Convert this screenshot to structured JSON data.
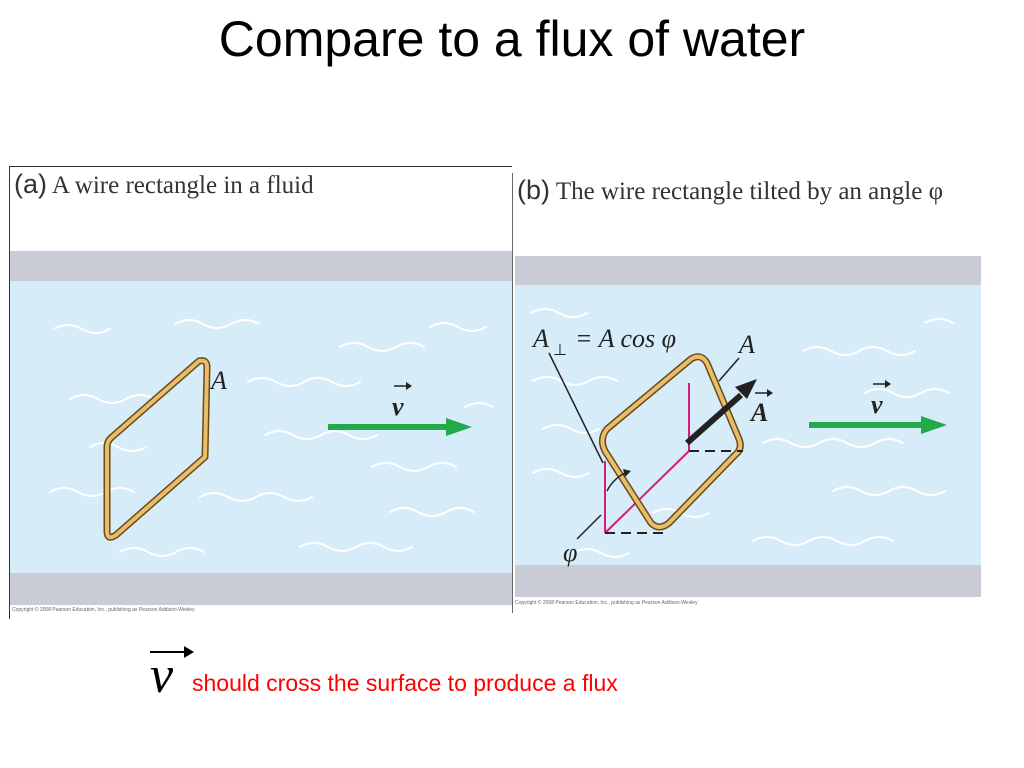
{
  "slide": {
    "title": "Compare to a flux of water"
  },
  "panel_a": {
    "part_label": "(a)",
    "caption": "A wire rectangle in a fluid",
    "label_area": "A",
    "label_velocity": "v",
    "copyright": "Copyright © 2008 Pearson Education, Inc., publishing as Pearson Addison-Wesley"
  },
  "panel_b": {
    "part_label": "(b)",
    "caption": "The wire rectangle tilted by an angle φ",
    "label_perp_lhs": "A",
    "label_perp_sub": "⊥",
    "label_perp_rhs": "= A cos φ",
    "label_area": "A",
    "label_area_vector": "A",
    "label_velocity": "v",
    "label_angle": "φ",
    "copyright": "Copyright © 2008 Pearson Education, Inc., publishing as Pearson Addison-Wesley"
  },
  "footnote": {
    "symbol": "v",
    "text": "should cross the surface to produce a flux"
  },
  "colors": {
    "fluid": "#d6ecf8",
    "band": "#c9ccd4",
    "wire": "#e8be6c",
    "arrow_velocity": "#23a84a",
    "arrow_area": "#222222",
    "projection": "#d81b7e",
    "footnote_text": "#ff0000"
  }
}
